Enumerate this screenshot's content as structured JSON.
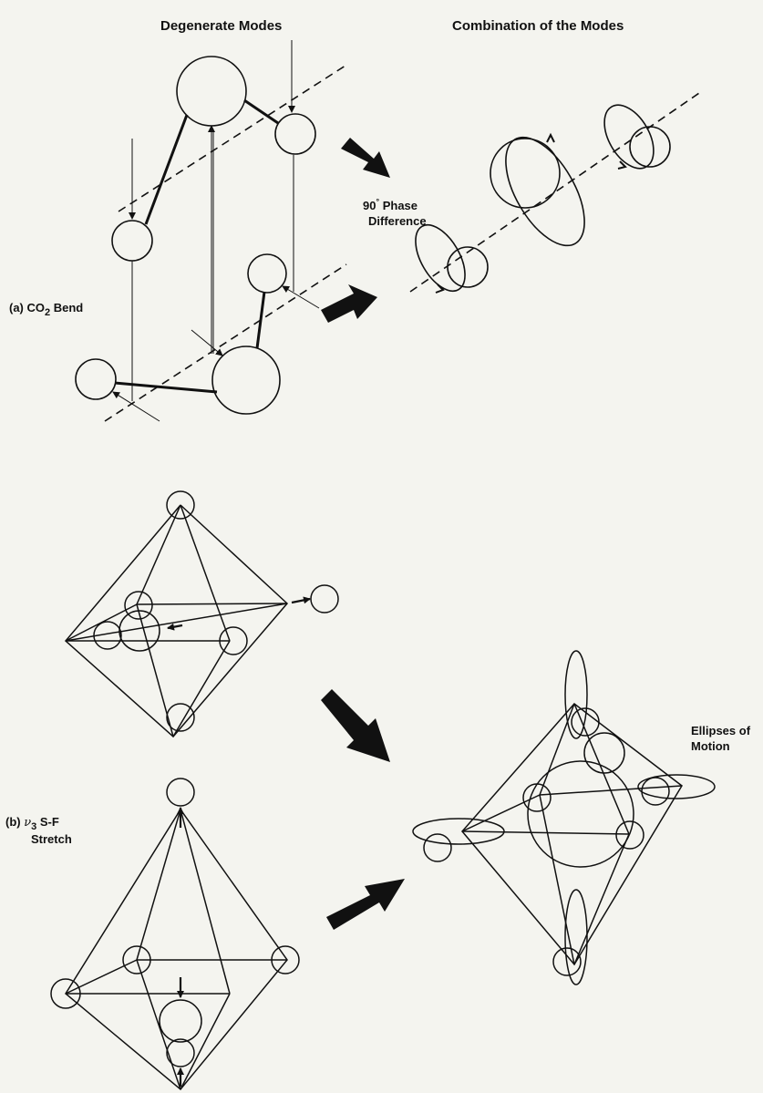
{
  "headers": {
    "left": "Degenerate Modes",
    "right": "Combination of the Modes"
  },
  "labels": {
    "phase_line1_num": "90",
    "phase_line1_deg": "°",
    "phase_line1_word": "Phase",
    "phase_line2": "Difference",
    "co2_prefix": "(a) CO",
    "co2_sub": "2",
    "co2_suffix": "Bend",
    "sf_prefix": "(b)",
    "sf_nu": "ν",
    "sf_sub": "3",
    "sf_text": "S-F",
    "sf_line2": "Stretch",
    "ellipses_line1": "Ellipses of",
    "ellipses_line2": "Motion"
  }
}
